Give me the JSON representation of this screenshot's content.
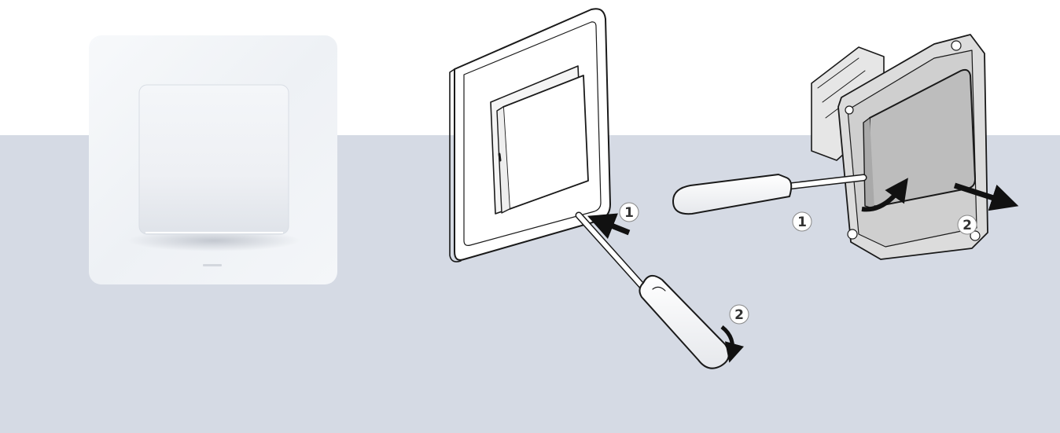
{
  "steps": {
    "panel2_step1": "1",
    "panel2_step2": "2",
    "panel3_step1": "1",
    "panel3_step2": "2"
  },
  "colors": {
    "background_band": "#d5dae4",
    "page": "#ffffff",
    "line": "#1a1a1a",
    "arrow": "#111111"
  }
}
